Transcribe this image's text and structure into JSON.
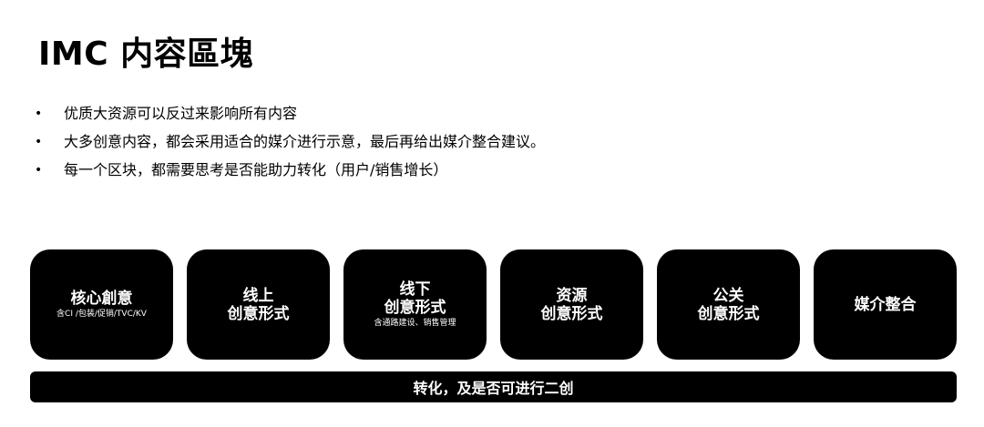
{
  "title": "IMC 内容區塊",
  "bullets": [
    "优质大资源可以反过来影响所有内容",
    "大多创意内容，都会采用适合的媒介进行示意，最后再给出媒介整合建议。",
    "每一个区块，都需要思考是否能助力转化（用户/销售增长）"
  ],
  "bullet_glyph": "•",
  "blocks": [
    {
      "line1": "核心創意",
      "line2": "",
      "sub": "含CI /包装/促销/TVC/KV"
    },
    {
      "line1": "线上",
      "line2": "创意形式",
      "sub": ""
    },
    {
      "line1": "线下",
      "line2": "创意形式",
      "sub": "含通路建设、销售管理"
    },
    {
      "line1": "资源",
      "line2": "创意形式",
      "sub": ""
    },
    {
      "line1": "公关",
      "line2": "创意形式",
      "sub": ""
    },
    {
      "line1": "媒介整合",
      "line2": "",
      "sub": ""
    }
  ],
  "bottom_bar": "转化，及是否可进行二创",
  "colors": {
    "block_bg": "#000000",
    "block_text": "#ffffff",
    "page_bg": "#ffffff"
  }
}
